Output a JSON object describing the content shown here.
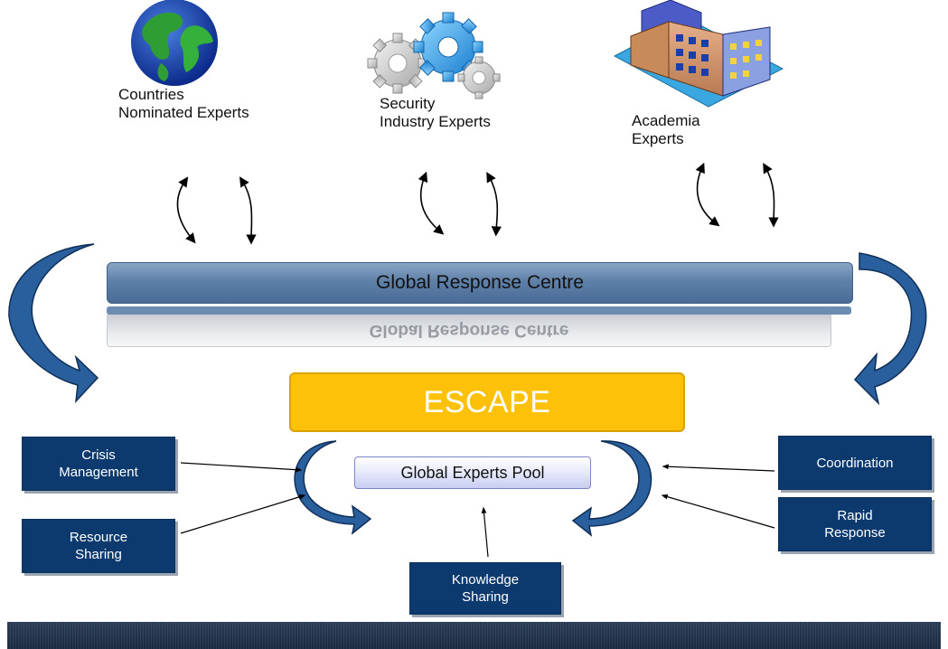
{
  "sources": {
    "countries": "Countries\nNominated Experts",
    "security": "Security\nIndustry Experts",
    "academia": "Academia\nExperts"
  },
  "icons": {
    "countries": "globe-icon",
    "security": "gears-icon",
    "academia": "building-icon"
  },
  "grc": {
    "label": "Global Response Centre",
    "reflection": "Global Response Centre"
  },
  "escape": {
    "label": "ESCAPE"
  },
  "pool": {
    "label": "Global Experts Pool"
  },
  "functions": {
    "crisis": "Crisis\nManagement",
    "resource": "Resource\nSharing",
    "knowledge": "Knowledge\nSharing",
    "coordination": "Coordination",
    "rapid": "Rapid\nResponse"
  },
  "colors": {
    "navy": "#0d3a6e",
    "escape": "#fec109",
    "arrow_blue": "#1f4f86",
    "grc_blue": "#5f80a8"
  }
}
